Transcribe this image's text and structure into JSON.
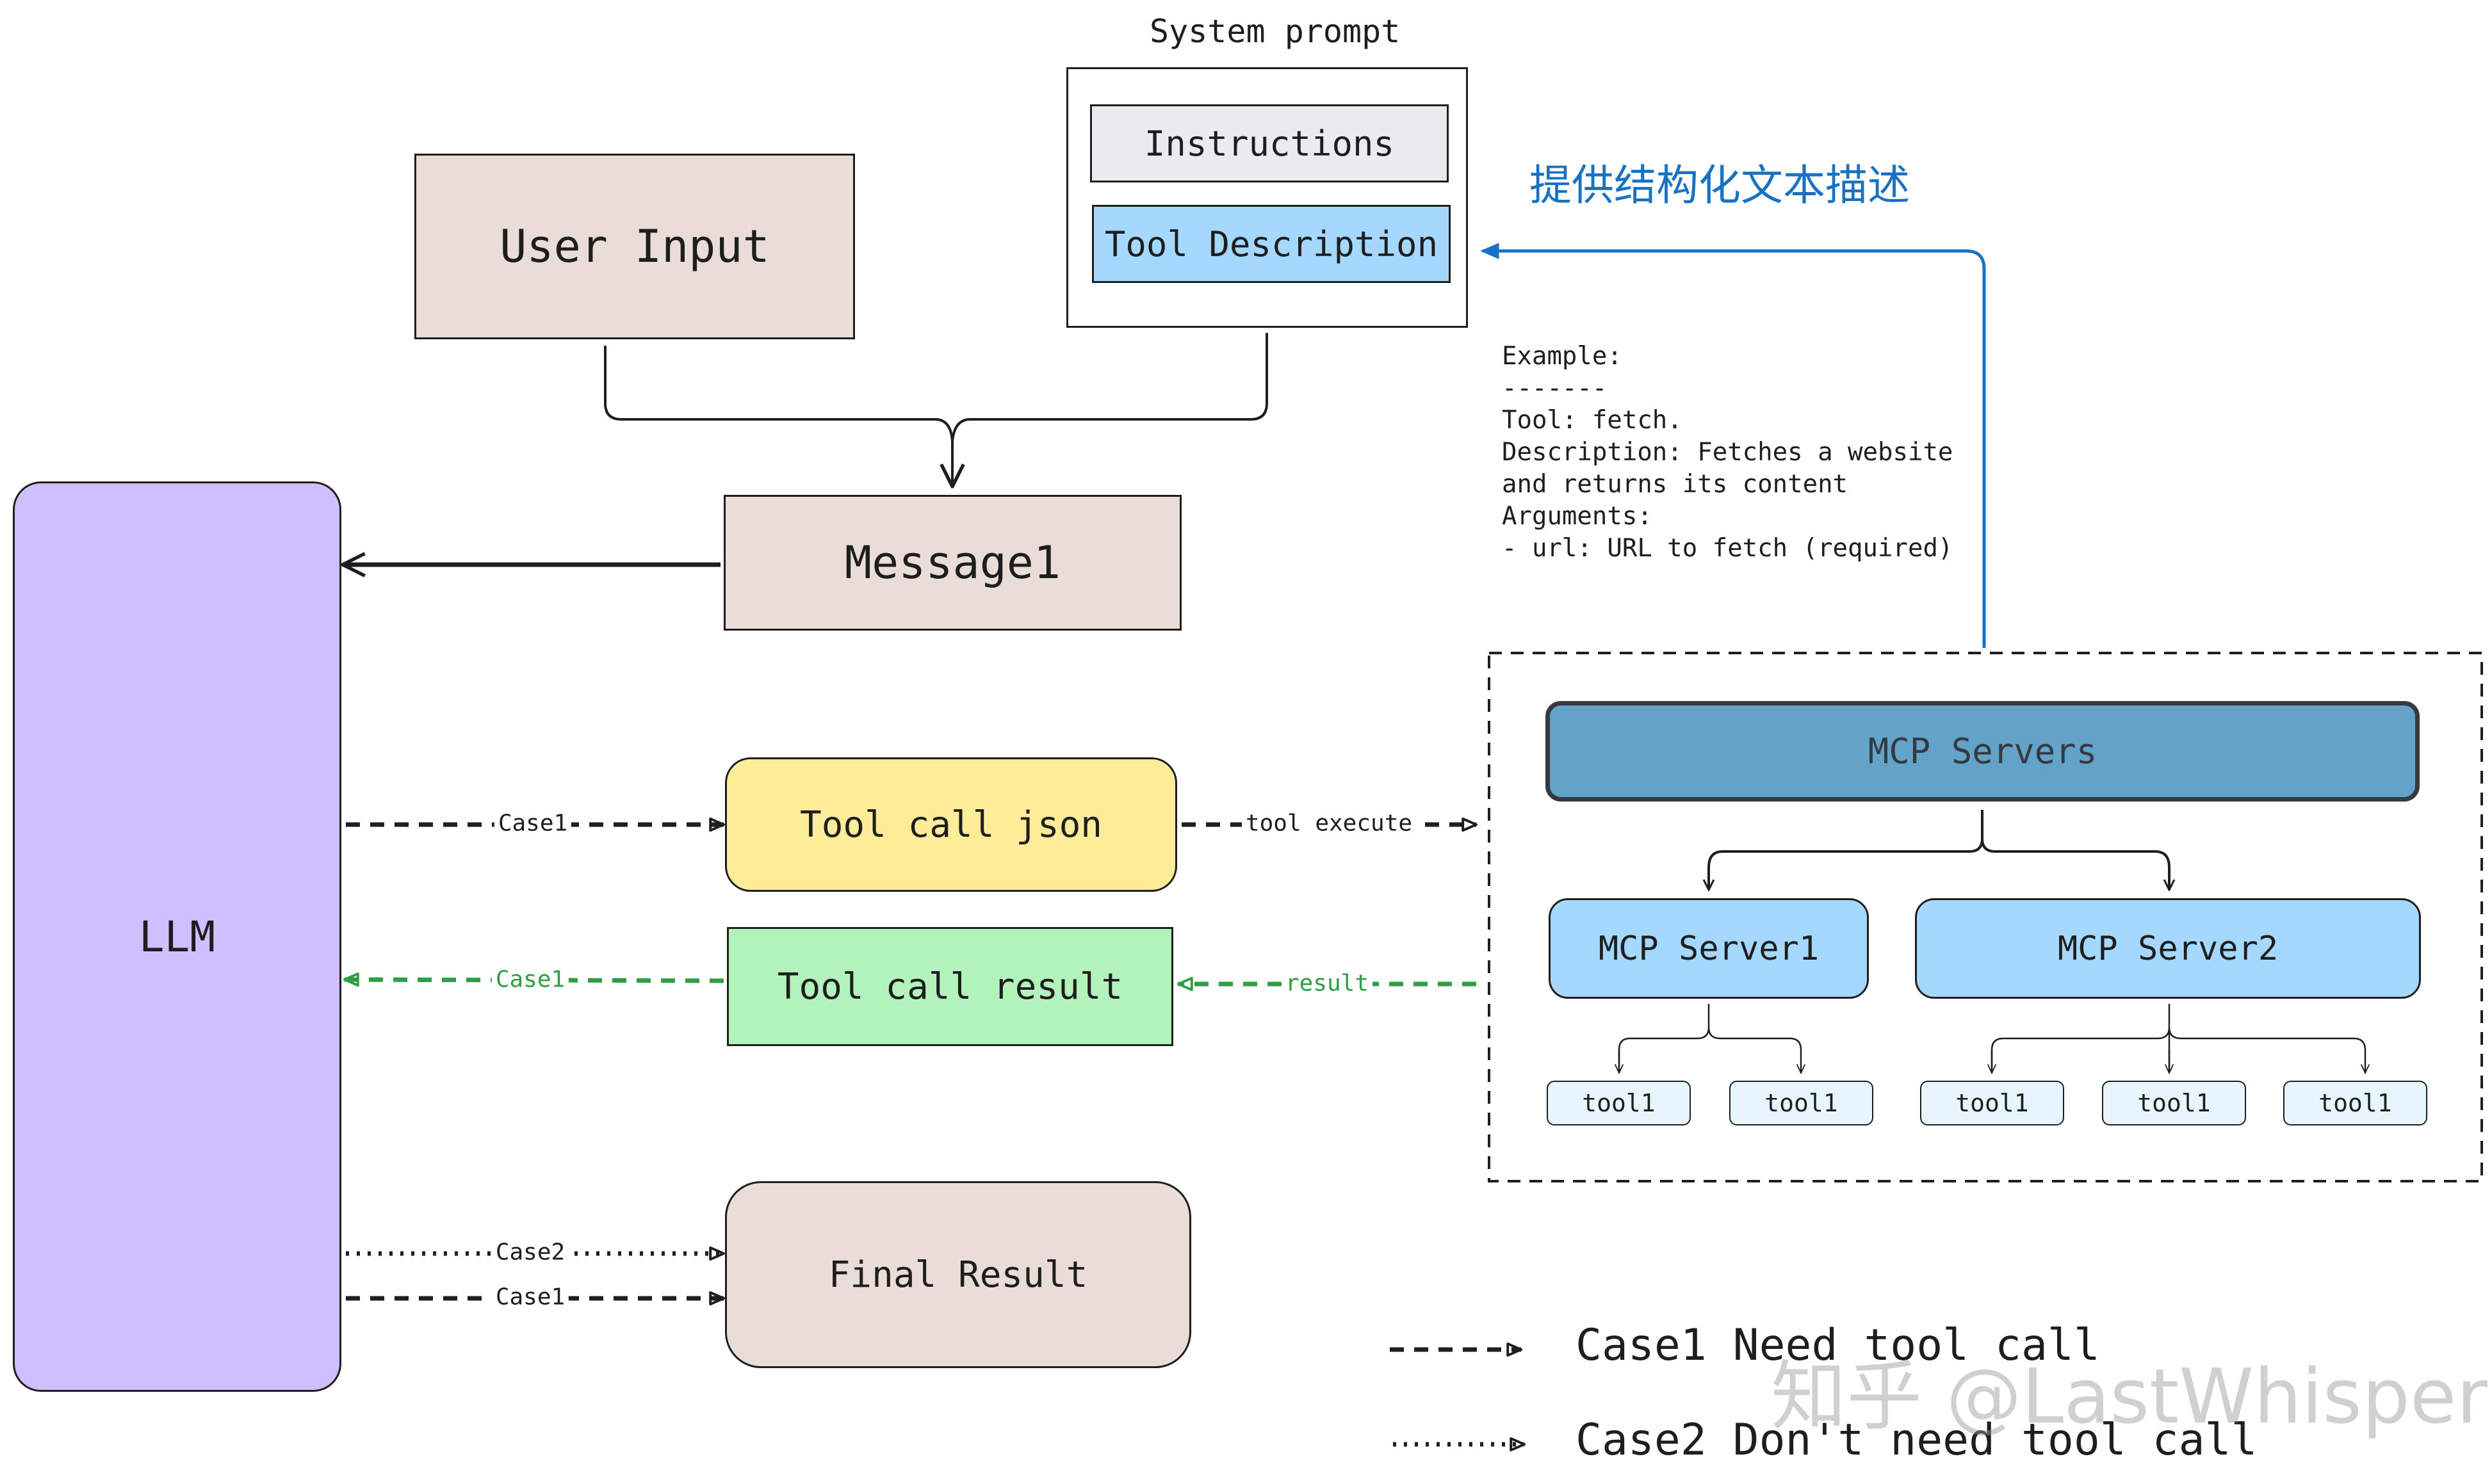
{
  "system_prompt": {
    "title": "System prompt",
    "instructions": "Instructions",
    "tool_description": "Tool Description"
  },
  "annotation_cn": "提供结构化文本描述",
  "user_input": "User Input",
  "message1": "Message1",
  "llm": "LLM",
  "tool_call_json": "Tool call json",
  "tool_call_result": "Tool call result",
  "final_result": "Final Result",
  "example": {
    "lines": [
      "Example:",
      "-------",
      "Tool: fetch.",
      "Description: Fetches a website",
      "and returns its content",
      "Arguments:",
      "- url: URL to fetch (required)"
    ]
  },
  "mcp": {
    "servers": "MCP Servers",
    "server1": "MCP Server1",
    "server2": "MCP Server2",
    "server1_tools": [
      "tool1",
      "tool1"
    ],
    "server2_tools": [
      "tool1",
      "tool1",
      "tool1"
    ]
  },
  "arrow_labels": {
    "case1_to_json": "Case1",
    "tool_execute": "tool execute",
    "case1_result": "Case1",
    "result": "result",
    "case2_final": "Case2",
    "case1_final": "Case1"
  },
  "legend": {
    "case1": "Case1 Need tool call",
    "case2": "Case2 Don't need tool call"
  },
  "watermark": "知乎 @LastWhisper",
  "colors": {
    "user_input_fill": "#eaddd7",
    "llm_fill": "#d0bfff",
    "tool_json_fill": "#ffec99",
    "tool_result_fill": "#b2f2bb",
    "tool_desc_fill": "#a5d8ff",
    "instructions_fill": "#e9ecef",
    "mcp_servers_fill": "#64a3c9",
    "mcp_server_fill": "#a5d8ff",
    "tool_fill": "#e7f5ff",
    "blue_accent": "#1971c2",
    "green_arrow": "#2f9e44"
  }
}
